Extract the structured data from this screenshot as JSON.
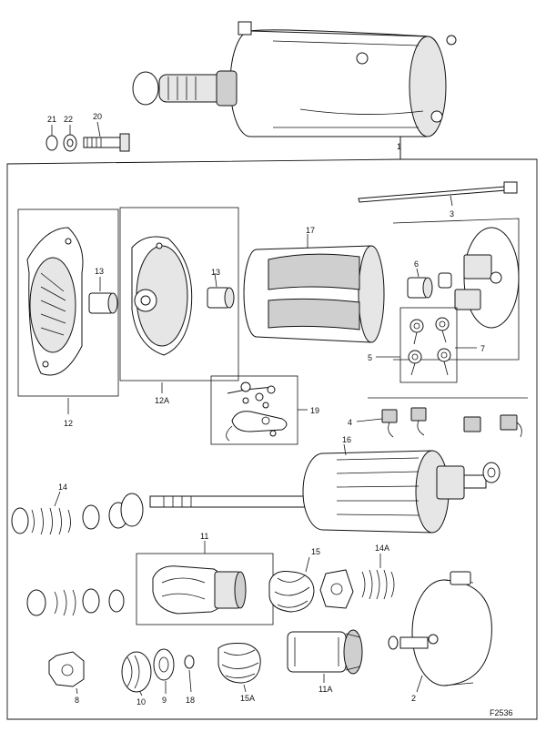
{
  "labels": {
    "starter": "1",
    "band": "2",
    "tie_bolt": "3",
    "brush": "4",
    "springs": "5",
    "bush_6": "6",
    "springs_7": "7",
    "nut": "8",
    "collar": "9",
    "washer_10": "10",
    "drive": "11",
    "end_plate": "12",
    "end_plate_a": "12A",
    "bush_13a": "13",
    "bush_13b": "13",
    "spring_14": "14",
    "spring_14a": "14A",
    "sleeve_15": "15",
    "sleeve_15a": "15A",
    "armature": "16",
    "yoke": "17",
    "circlip": "18",
    "terminal_kit": "19",
    "bolt": "20",
    "washer_21": "21",
    "washer_22": "22",
    "pinion_11a": "11A"
  },
  "figure_code": "F2536"
}
